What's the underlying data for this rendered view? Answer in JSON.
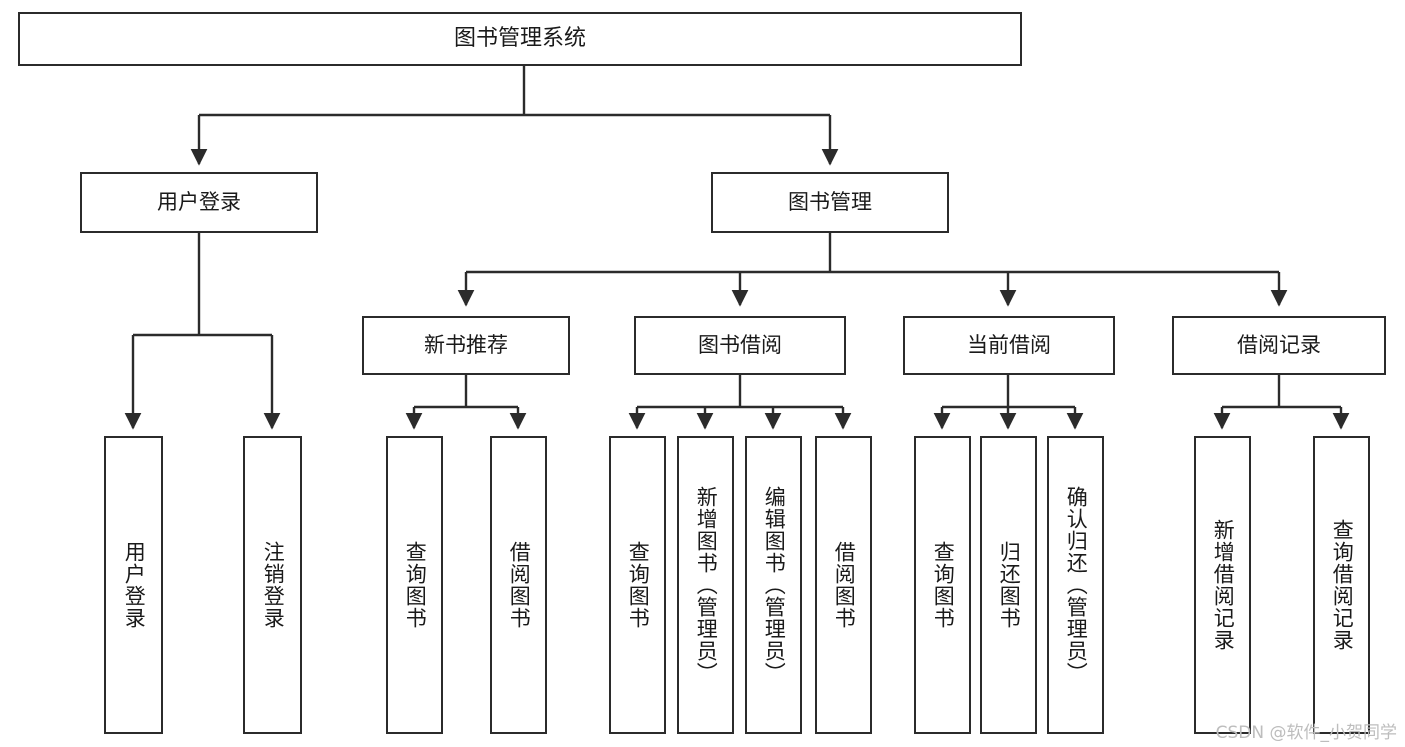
{
  "diagram": {
    "title": "图书管理系统",
    "watermark": "CSDN @软件_小贺同学",
    "line_color": "#2b2b2b",
    "text_color": "#1a1a1a",
    "background": "#ffffff",
    "root": {
      "label": "图书管理系统"
    },
    "level2": [
      {
        "label": "用户登录"
      },
      {
        "label": "图书管理"
      }
    ],
    "level3": [
      {
        "label": "新书推荐"
      },
      {
        "label": "图书借阅"
      },
      {
        "label": "当前借阅"
      },
      {
        "label": "借阅记录"
      }
    ],
    "leaves": {
      "user_login": [
        {
          "label": "用户登录"
        },
        {
          "label": "注销登录"
        }
      ],
      "new_book": [
        {
          "label": "查询图书"
        },
        {
          "label": "借阅图书"
        }
      ],
      "borrow_book": [
        {
          "label": "查询图书"
        },
        {
          "label": "新增图书（管理员）"
        },
        {
          "label": "编辑图书（管理员）"
        },
        {
          "label": "借阅图书"
        }
      ],
      "current_borrow": [
        {
          "label": "查询图书"
        },
        {
          "label": "归还图书"
        },
        {
          "label": "确认归还（管理员）"
        }
      ],
      "borrow_record": [
        {
          "label": "新增借阅记录"
        },
        {
          "label": "查询借阅记录"
        }
      ]
    }
  }
}
